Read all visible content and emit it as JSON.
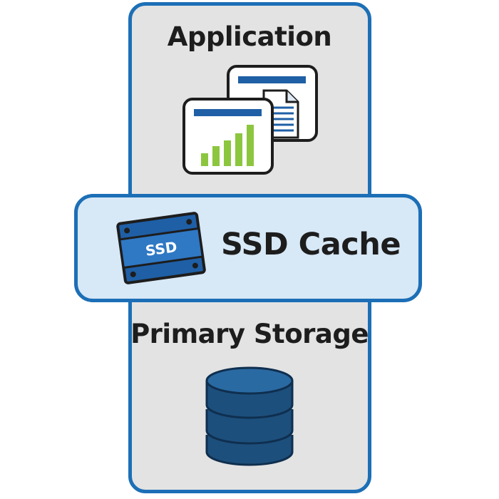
{
  "diagram": {
    "layers": {
      "application": "Application",
      "cache": "SSD Cache",
      "storage": "Primary Storage"
    },
    "ssd_badge": "SSD",
    "icons": {
      "application": "documents-chart-icon",
      "cache": "ssd-drive-icon",
      "storage": "database-icon"
    },
    "colors": {
      "border": "#1c6fb6",
      "column_fill": "#e3e3e3",
      "cache_fill": "#d7e8f6",
      "chart_bars": "#8cc63f",
      "drive_blue": "#1f5fa6",
      "database_blue": "#1d4f7c"
    }
  }
}
